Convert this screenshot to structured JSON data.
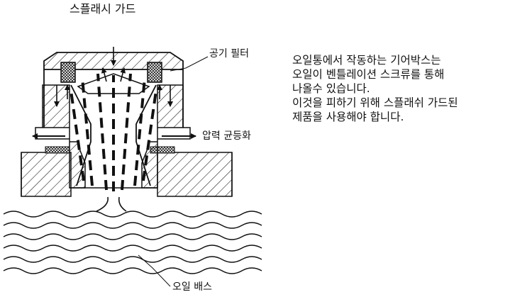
{
  "title": "스플래시 가드",
  "labels": {
    "air_filter": "공기 필터",
    "pressure_equalization": "압력 균등화",
    "oil_bath": "오일 배스"
  },
  "description": {
    "lines": [
      "오일통에서 작동하는 기어박스는",
      "오일이 벤틀레이션 스크류를 통해",
      "나올수 있습니다.",
      "이것을 피하기 위해 스플래쉬 가드된",
      "제품을 사용해야 합니다."
    ]
  }
}
